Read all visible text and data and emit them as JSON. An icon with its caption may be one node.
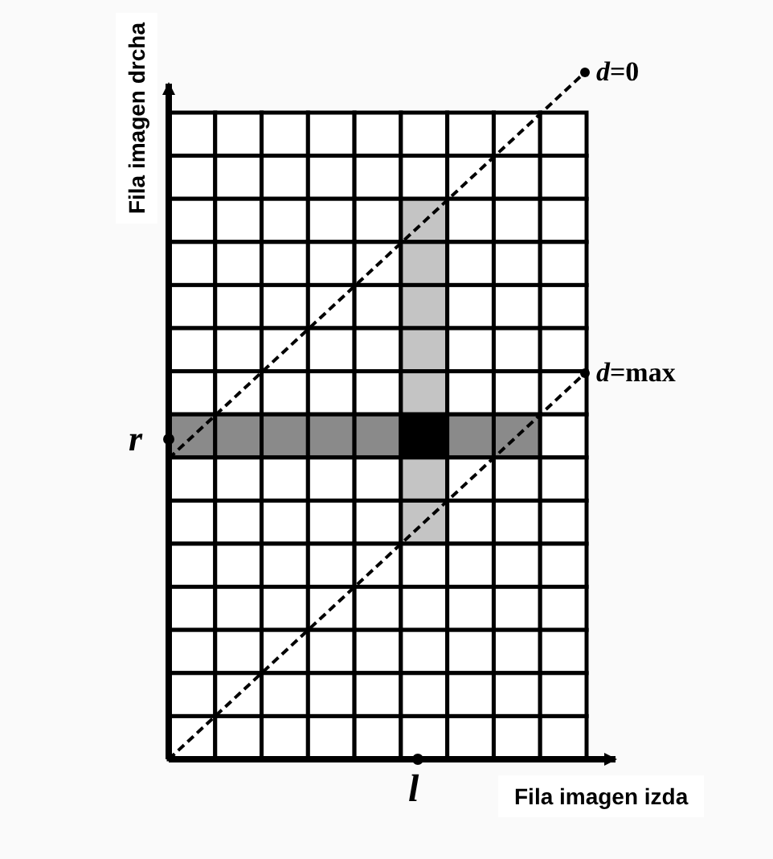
{
  "diagram": {
    "labels": [
      "Fila imagen drcha",
      "*d*=0",
      "*d*=max",
      "r",
      "l",
      "Fila imagen izda"
    ]
  }
}
